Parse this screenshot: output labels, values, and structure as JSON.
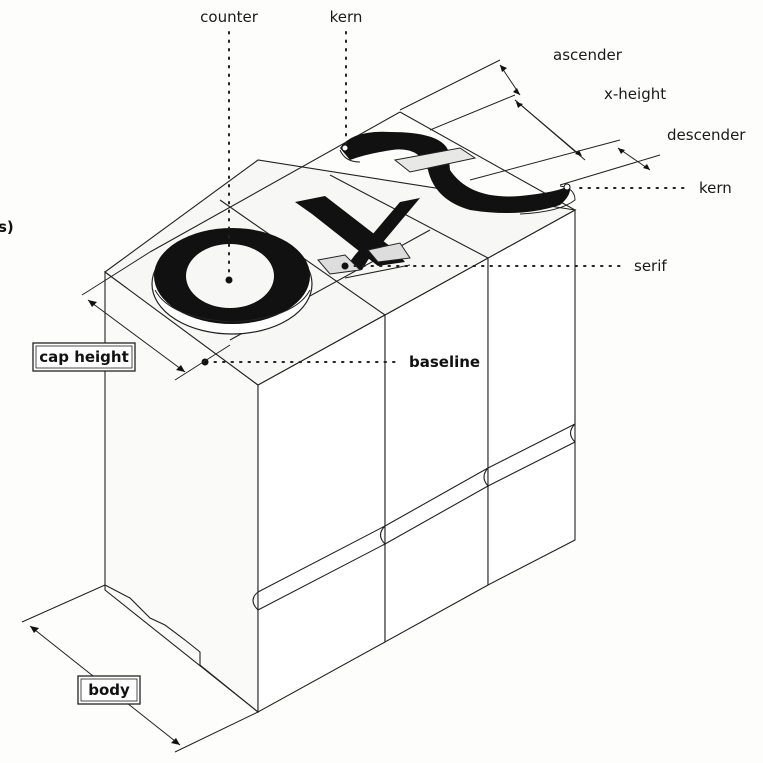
{
  "labels": {
    "counter": "counter",
    "kern_top": "kern",
    "ascender": "ascender",
    "x_height": "x-height",
    "descender": "descender",
    "kern_right": "kern",
    "serif": "serif",
    "baseline": "baseline",
    "cap_height": "cap height",
    "body": "body",
    "partial_left": "s)"
  },
  "glyphs": {
    "o": "O",
    "x": "x",
    "f": "f"
  },
  "colors": {
    "ink": "#111111",
    "paper": "#fdfdfc"
  }
}
